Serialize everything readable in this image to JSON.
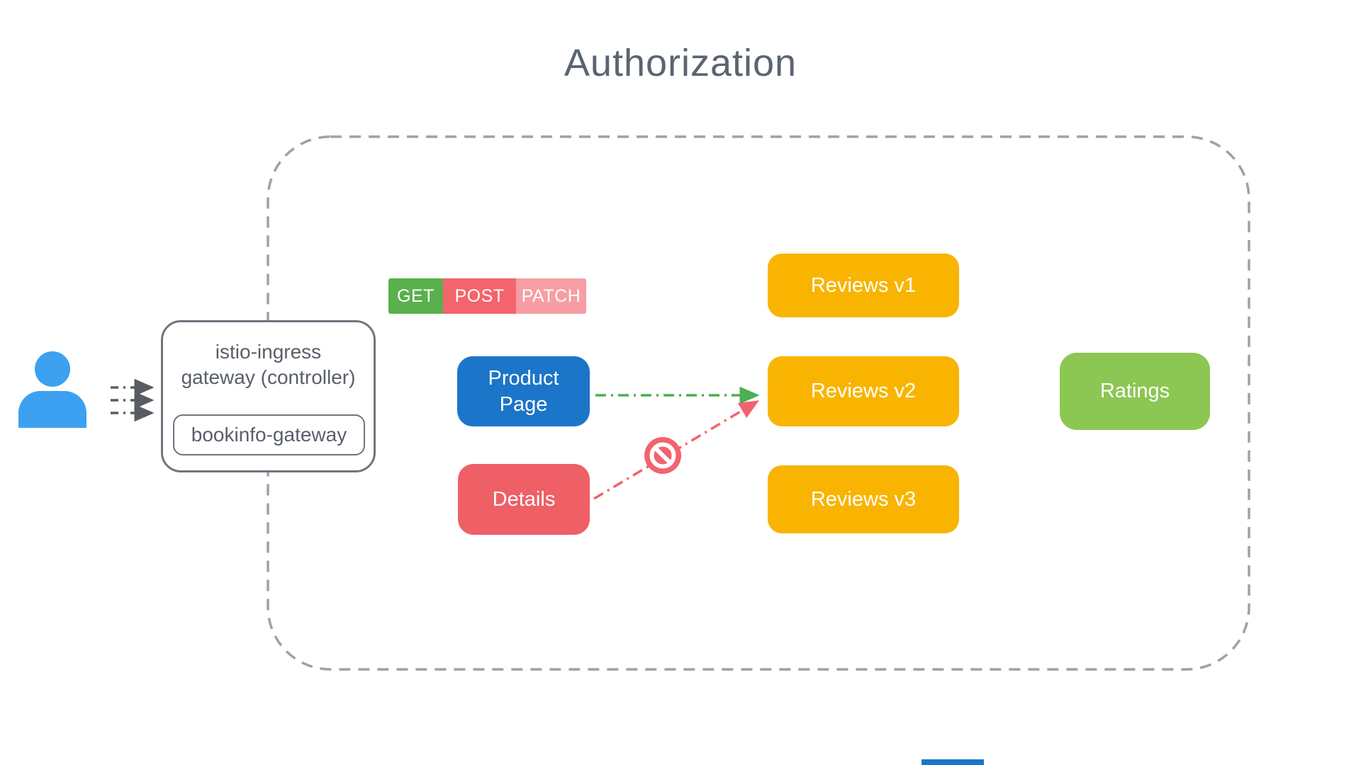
{
  "title": "Authorization",
  "user": {
    "icon": "person-icon",
    "color": "#3ba1f0"
  },
  "gateway": {
    "label_line1": "istio-ingress",
    "label_line2": "gateway (controller)",
    "inner_label": "bookinfo-gateway",
    "border_color": "#6e757e"
  },
  "methods": [
    {
      "label": "GET",
      "color": "#5ab04c"
    },
    {
      "label": "POST",
      "color": "#f4646c"
    },
    {
      "label": "PATCH",
      "color": "#f79ea4"
    }
  ],
  "services": [
    {
      "id": "product-page",
      "label": "Product Page",
      "color": "#1b75c8"
    },
    {
      "id": "details",
      "label": "Details",
      "color": "#ef5f66"
    },
    {
      "id": "reviews-v1",
      "label": "Reviews v1",
      "color": "#f8b400"
    },
    {
      "id": "reviews-v2",
      "label": "Reviews v2",
      "color": "#f8b400"
    },
    {
      "id": "reviews-v3",
      "label": "Reviews v3",
      "color": "#f8b400"
    },
    {
      "id": "ratings",
      "label": "Ratings",
      "color": "#8cc653"
    }
  ],
  "edges": [
    {
      "from": "user",
      "to": "istio-ingress-gateway",
      "style": "dash-dot",
      "color": "#585d63",
      "count": 3
    },
    {
      "from": "product-page",
      "to": "reviews-v2",
      "style": "dash-dot",
      "color": "#4caf50",
      "status": "allowed"
    },
    {
      "from": "details",
      "to": "reviews-v2",
      "style": "dash-dot",
      "color": "#f2636d",
      "status": "blocked",
      "icon": "prohibition-icon"
    }
  ],
  "boundary": {
    "style": "dashed rounded rectangle",
    "color": "#9aa2ab"
  }
}
